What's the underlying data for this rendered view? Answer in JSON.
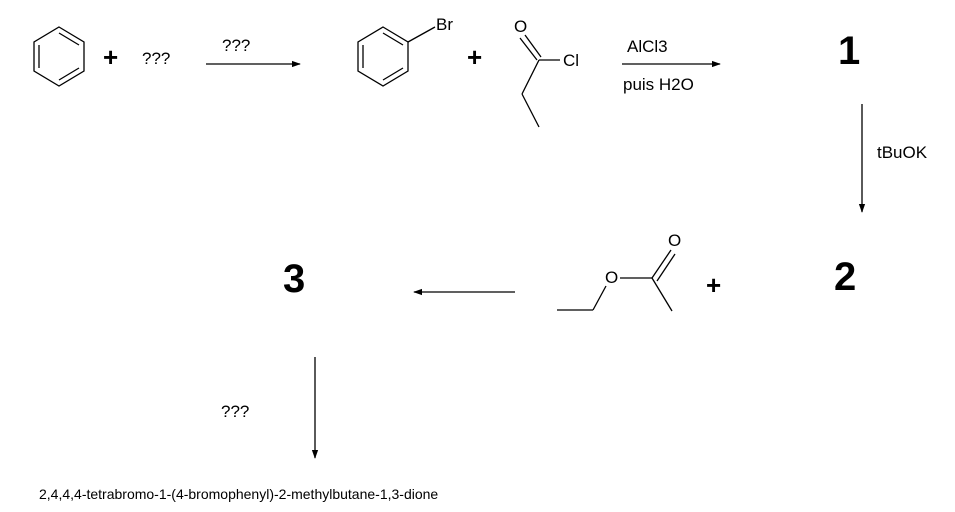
{
  "scheme": {
    "step1": {
      "plus": "+",
      "reagent": "???",
      "arrow_label": "???"
    },
    "bromobenzene": {
      "br": "Br"
    },
    "plus2": "+",
    "acyl_chloride": {
      "o": "O",
      "cl": "Cl"
    },
    "step2": {
      "above": "AlCl3",
      "below": "puis H2O"
    },
    "product1": "1",
    "step3": {
      "label": "tBuOK"
    },
    "product2": "2",
    "plus3": "+",
    "ester": {
      "o_ring": "O",
      "o_carbonyl": "O"
    },
    "product3": "3",
    "step5": {
      "label": "???"
    },
    "final_name": "2,4,4,4-tetrabromo-1-(4-bromophenyl)-2-methylbutane-1,3-dione"
  }
}
